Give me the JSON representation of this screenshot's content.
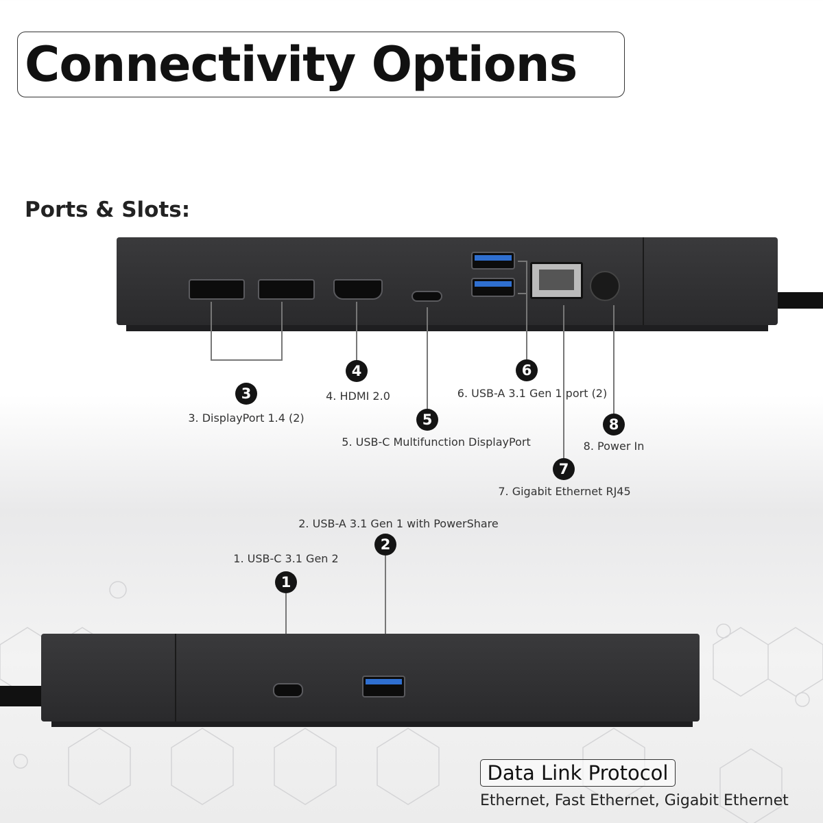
{
  "header": {
    "title": "Connectivity Options",
    "section": "Ports & Slots:"
  },
  "ports": [
    {
      "number": "1",
      "label": "1. USB-C 3.1 Gen 2"
    },
    {
      "number": "2",
      "label": "2. USB-A 3.1 Gen 1 with PowerShare"
    },
    {
      "number": "3",
      "label": "3. DisplayPort 1.4 (2)"
    },
    {
      "number": "4",
      "label": "4. HDMI 2.0"
    },
    {
      "number": "5",
      "label": "5. USB-C Multifunction DisplayPort"
    },
    {
      "number": "6",
      "label": "6. USB-A 3.1 Gen 1 port (2)"
    },
    {
      "number": "7",
      "label": "7. Gigabit Ethernet RJ45"
    },
    {
      "number": "8",
      "label": "8. Power In"
    }
  ],
  "protocol": {
    "title": "Data Link Protocol",
    "value": "Ethernet, Fast Ethernet, Gigabit Ethernet"
  },
  "colors": {
    "dock": "#2f2f31",
    "usb_blue": "#2f6fd0",
    "badge": "#141414"
  }
}
